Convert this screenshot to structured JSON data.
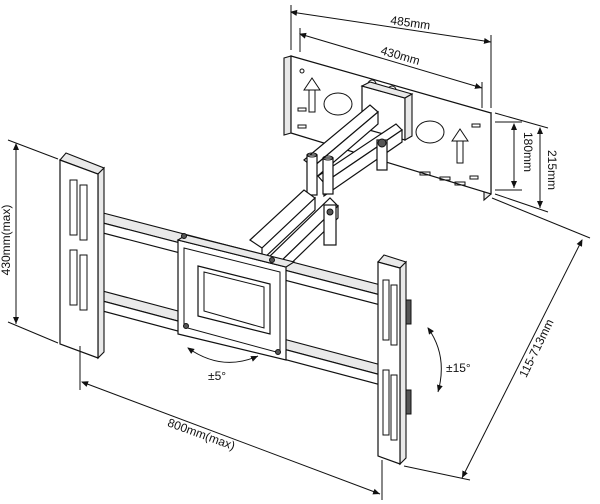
{
  "dimensions": {
    "plate_outer_width": "485mm",
    "plate_inner_width": "430mm",
    "plate_inner_height": "180mm",
    "plate_outer_height": "215mm",
    "extension": "115-713mm",
    "frame_height": "430mm(max)",
    "frame_width": "800mm(max)",
    "swivel": "±15°",
    "tilt": "±5°"
  }
}
